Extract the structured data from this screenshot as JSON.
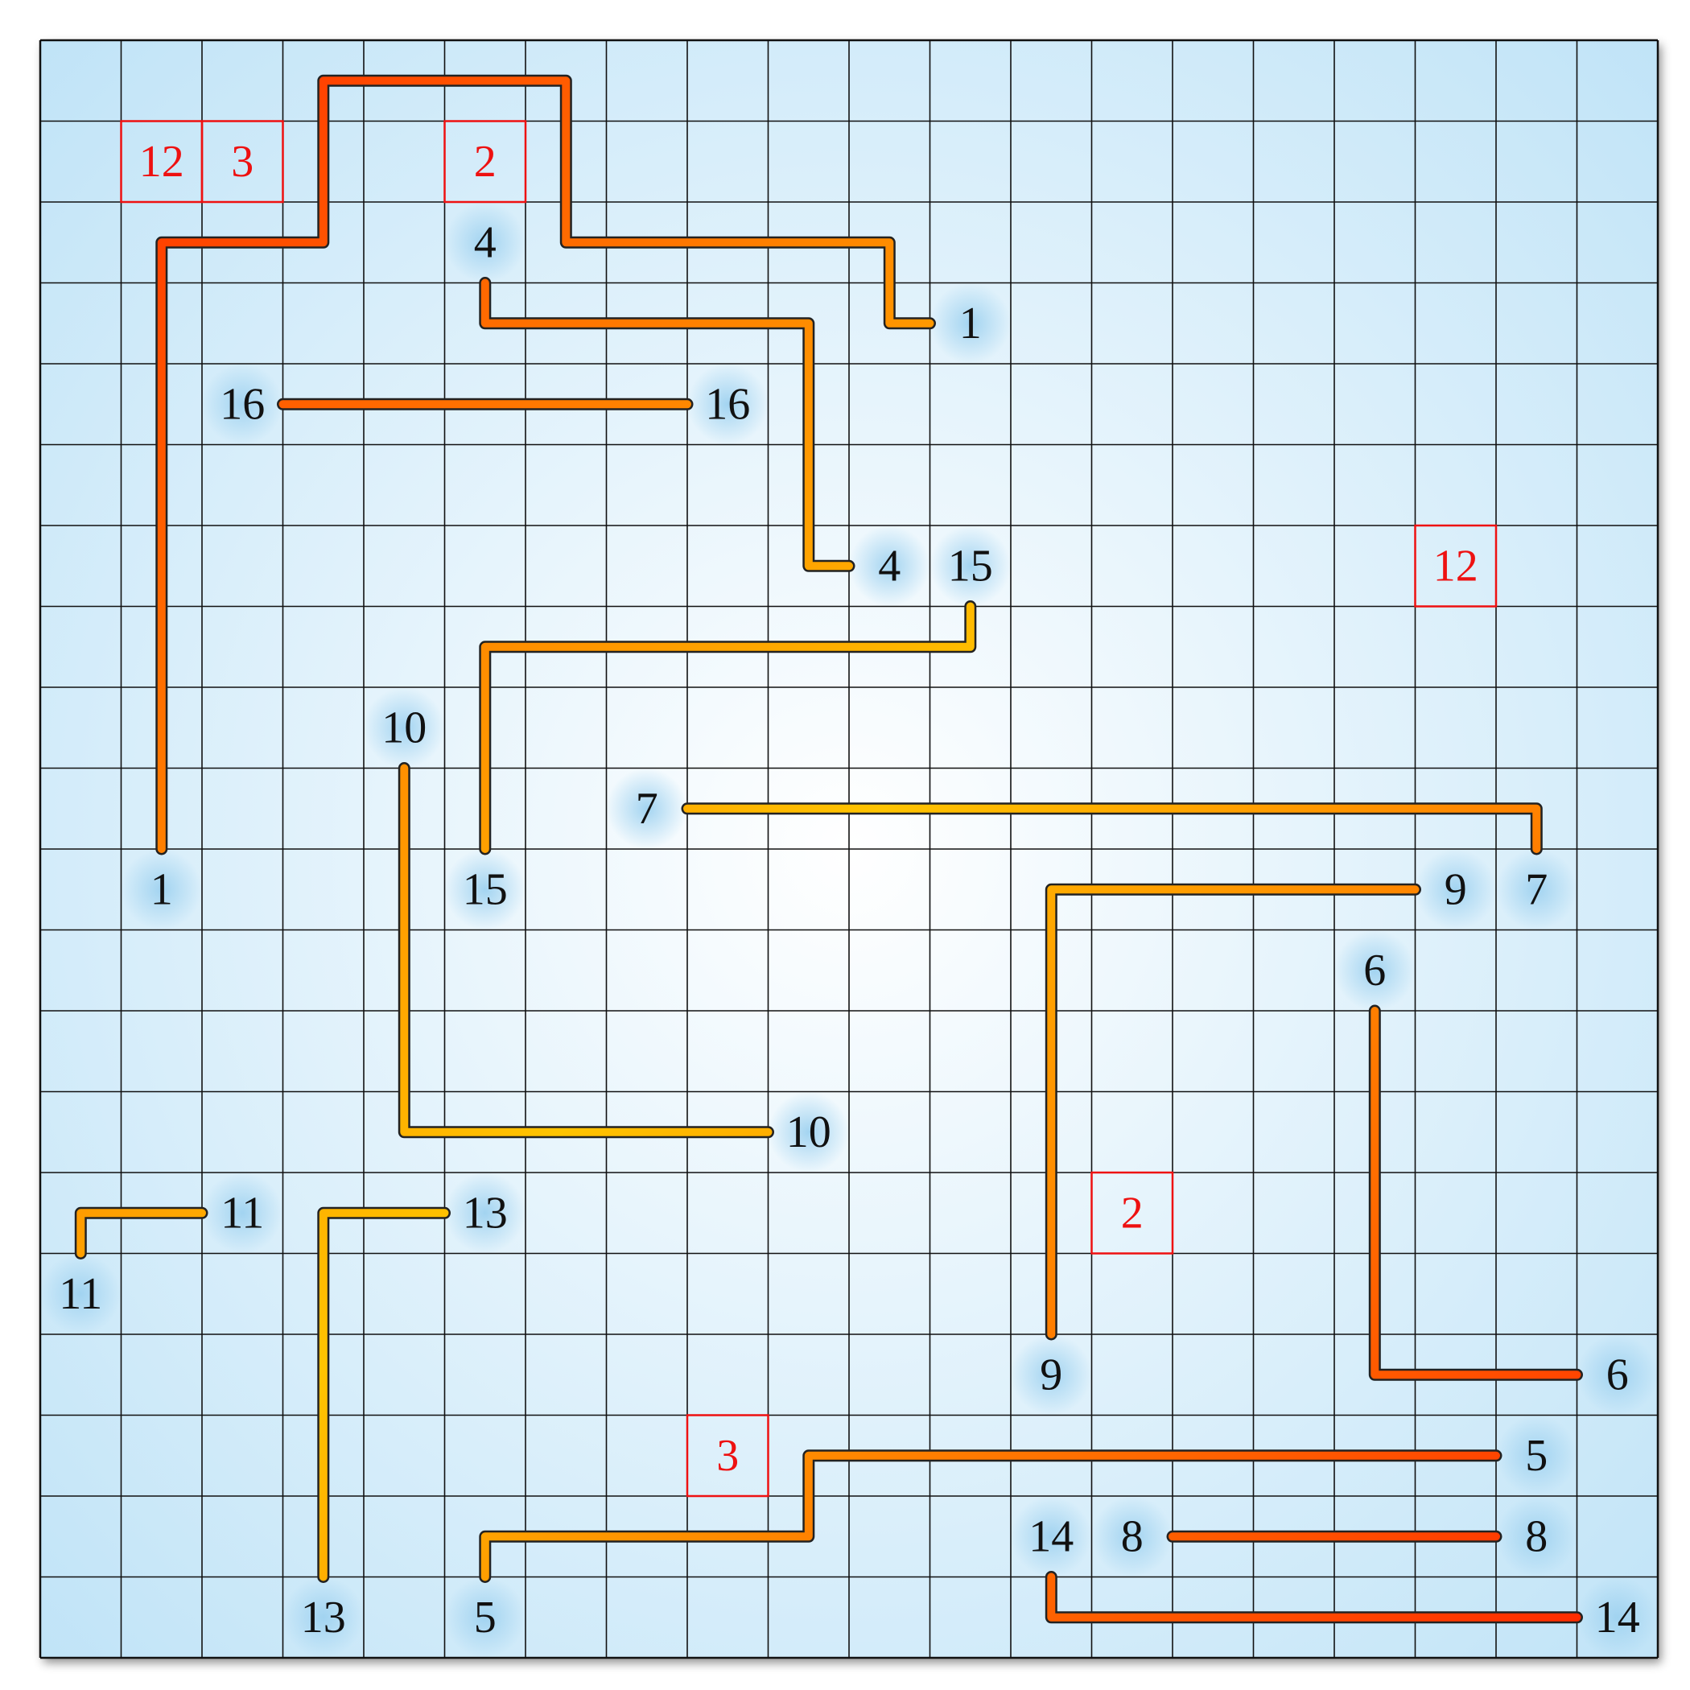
{
  "puzzle": {
    "grid_size": {
      "rows": 20,
      "cols": 20
    },
    "colors": {
      "background_center": "#ffffff",
      "background_edge": "#bfe3f7",
      "grid_line": "#111111",
      "endpoint_glow": "#9fd2f0",
      "marker_red": "#ee1111",
      "path_hot": "#ff1a00",
      "path_mid": "#ff7a00",
      "path_cool": "#ffc400",
      "path_outline": "#222222"
    },
    "endpoints": [
      {
        "label": "1",
        "row": 3,
        "col": 11
      },
      {
        "label": "1",
        "row": 10,
        "col": 1
      },
      {
        "label": "4",
        "row": 2,
        "col": 5
      },
      {
        "label": "4",
        "row": 6,
        "col": 10
      },
      {
        "label": "16",
        "row": 4,
        "col": 2
      },
      {
        "label": "16",
        "row": 4,
        "col": 8
      },
      {
        "label": "15",
        "row": 6,
        "col": 11
      },
      {
        "label": "15",
        "row": 10,
        "col": 5
      },
      {
        "label": "10",
        "row": 8,
        "col": 4
      },
      {
        "label": "10",
        "row": 13,
        "col": 9
      },
      {
        "label": "7",
        "row": 9,
        "col": 7
      },
      {
        "label": "7",
        "row": 10,
        "col": 18
      },
      {
        "label": "9",
        "row": 10,
        "col": 17
      },
      {
        "label": "9",
        "row": 16,
        "col": 12
      },
      {
        "label": "6",
        "row": 11,
        "col": 16
      },
      {
        "label": "6",
        "row": 16,
        "col": 19
      },
      {
        "label": "11",
        "row": 14,
        "col": 2
      },
      {
        "label": "11",
        "row": 15,
        "col": 0
      },
      {
        "label": "13",
        "row": 14,
        "col": 5
      },
      {
        "label": "13",
        "row": 19,
        "col": 3
      },
      {
        "label": "5",
        "row": 17,
        "col": 18
      },
      {
        "label": "5",
        "row": 19,
        "col": 5
      },
      {
        "label": "14",
        "row": 18,
        "col": 12
      },
      {
        "label": "14",
        "row": 19,
        "col": 19
      },
      {
        "label": "8",
        "row": 18,
        "col": 13
      },
      {
        "label": "8",
        "row": 18,
        "col": 18
      }
    ],
    "markers": [
      {
        "label": "12",
        "row": 1,
        "col": 1
      },
      {
        "label": "3",
        "row": 1,
        "col": 2
      },
      {
        "label": "2",
        "row": 1,
        "col": 5
      },
      {
        "label": "12",
        "row": 6,
        "col": 17
      },
      {
        "label": "2",
        "row": 14,
        "col": 13
      },
      {
        "label": "3",
        "row": 17,
        "col": 8
      }
    ],
    "paths": [
      {
        "id": "1",
        "from": [
          10,
          1
        ],
        "to": [
          3,
          11
        ],
        "turns": [
          [
            2.5,
            1.5
          ],
          [
            2.5,
            3.5
          ],
          [
            0.5,
            3.5
          ],
          [
            0.5,
            6.5
          ],
          [
            2.5,
            6.5
          ],
          [
            2.5,
            10.5
          ],
          [
            3.5,
            10.5
          ]
        ]
      },
      {
        "id": "4",
        "from": [
          2,
          5
        ],
        "to": [
          6,
          10
        ],
        "turns": [
          [
            3.5,
            5.5
          ],
          [
            3.5,
            9.5
          ],
          [
            6.5,
            9.5
          ]
        ]
      },
      {
        "id": "16",
        "from": [
          4,
          2
        ],
        "to": [
          4,
          8
        ],
        "turns": []
      },
      {
        "id": "15",
        "from": [
          6,
          11
        ],
        "to": [
          10,
          5
        ],
        "turns": [
          [
            7.5,
            11.5
          ],
          [
            7.5,
            5.5
          ]
        ]
      },
      {
        "id": "10",
        "from": [
          8,
          4
        ],
        "to": [
          13,
          9
        ],
        "turns": [
          [
            13.5,
            4.5
          ]
        ]
      },
      {
        "id": "7",
        "from": [
          9,
          7
        ],
        "to": [
          10,
          18
        ],
        "turns": [
          [
            9.5,
            18.5
          ]
        ]
      },
      {
        "id": "9",
        "from": [
          10,
          17
        ],
        "to": [
          16,
          12
        ],
        "turns": [
          [
            10.5,
            12.5
          ]
        ]
      },
      {
        "id": "6",
        "from": [
          11,
          16
        ],
        "to": [
          16,
          19
        ],
        "turns": [
          [
            16.5,
            16.5
          ]
        ]
      },
      {
        "id": "11",
        "from": [
          14,
          2
        ],
        "to": [
          15,
          0
        ],
        "turns": [
          [
            14.5,
            0.5
          ]
        ]
      },
      {
        "id": "13",
        "from": [
          14,
          5
        ],
        "to": [
          19,
          3
        ],
        "turns": [
          [
            14.5,
            3.5
          ]
        ]
      },
      {
        "id": "5",
        "from": [
          17,
          18
        ],
        "to": [
          19,
          5
        ],
        "turns": [
          [
            17.5,
            9.5
          ],
          [
            18.5,
            9.5
          ],
          [
            18.5,
            5.5
          ]
        ]
      },
      {
        "id": "14",
        "from": [
          18,
          12
        ],
        "to": [
          19,
          19
        ],
        "turns": [
          [
            19.5,
            12.5
          ]
        ]
      },
      {
        "id": "8",
        "from": [
          18,
          13
        ],
        "to": [
          18,
          18
        ],
        "turns": []
      }
    ]
  }
}
